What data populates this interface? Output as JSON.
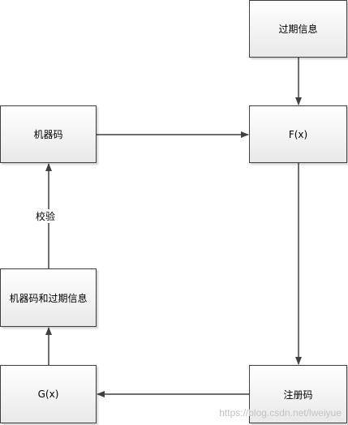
{
  "nodes": {
    "expire_info": "过期信息",
    "machine_code": "机器码",
    "fx": "F(x)",
    "machine_code_and_expire": "机器码和过期信息",
    "gx": "G(x)",
    "register_code": "注册码"
  },
  "edges": {
    "verify_label": "校验"
  },
  "watermark": "https://blog.csdn.net/lweiyue",
  "colors": {
    "border": "#3f3f3f",
    "arrow": "#404040",
    "watermark": "#c2c2c2"
  }
}
